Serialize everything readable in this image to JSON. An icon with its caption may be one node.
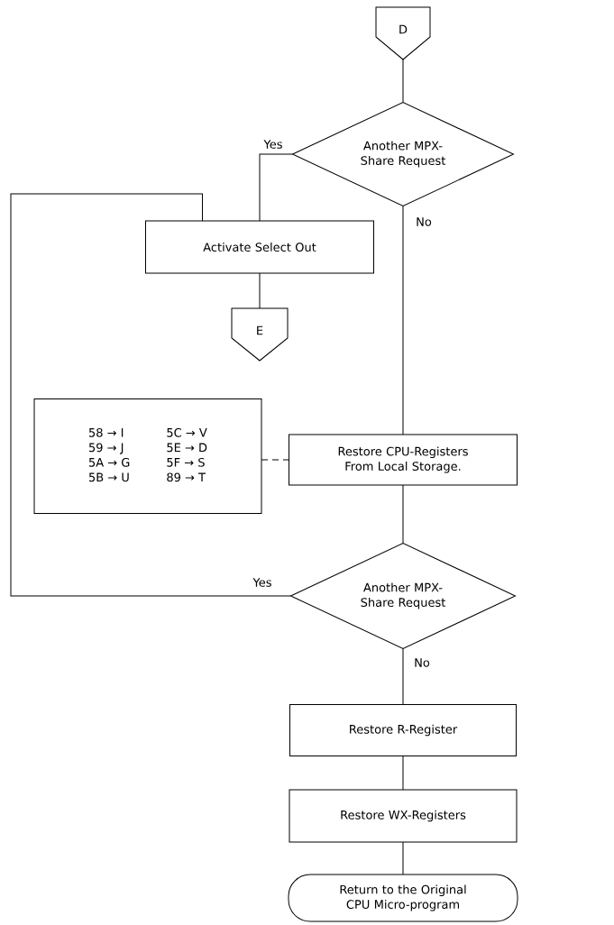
{
  "diagram": {
    "nodes": [
      {
        "text": [
          "D"
        ]
      },
      {
        "text": [
          "Another MPX-Share Request"
        ]
      },
      {
        "text": [
          "Activate Select Out"
        ]
      },
      {
        "text": [
          "E"
        ]
      },
      {
        "text": [
          "58 → I",
          "5C → V",
          "59 → J",
          "5E → D",
          "5A → G",
          "5F → S",
          "5B → U",
          "89 → T"
        ]
      },
      {
        "text": [
          "Restore CPU-Registers From Local Storage."
        ]
      },
      {
        "text": [
          "Another MPX-Share Request"
        ]
      },
      {
        "text": [
          "Restore R-Register"
        ]
      },
      {
        "text": [
          "Restore WX-Registers"
        ]
      },
      {
        "text": [
          "Return to the Original CPU Micro-program"
        ]
      }
    ],
    "edges": [
      {
        "from": 0,
        "to": 1,
        "arrow": "none"
      },
      {
        "from": 1,
        "to": 2,
        "arrow": "none",
        "label": "Yes"
      },
      {
        "from": 2,
        "to": 3,
        "arrow": "none"
      },
      {
        "from": 1,
        "to": 5,
        "arrow": "none",
        "label": "No"
      },
      {
        "from": 4,
        "to": 5,
        "arrow": "none",
        "style": "dashed"
      },
      {
        "from": 5,
        "to": 6,
        "arrow": "none"
      },
      {
        "from": 6,
        "to": 2,
        "arrow": "none",
        "label": "Yes"
      },
      {
        "from": 6,
        "to": 7,
        "arrow": "none",
        "label": "No"
      },
      {
        "from": 7,
        "to": 8,
        "arrow": "none"
      },
      {
        "from": 8,
        "to": 9,
        "arrow": "none"
      }
    ]
  }
}
